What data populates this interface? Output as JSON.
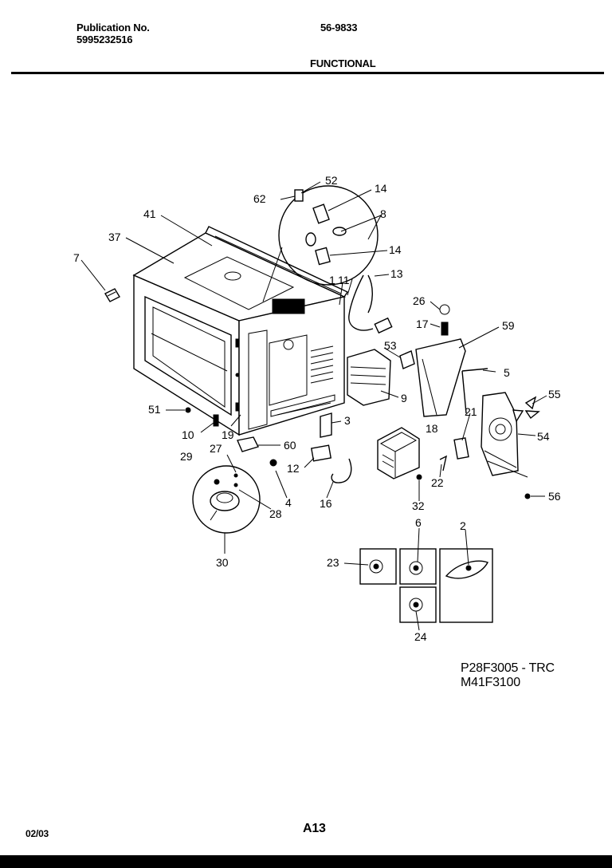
{
  "header": {
    "publication_label": "Publication No.",
    "publication_no": "5995232516",
    "doc_code": "56-9833",
    "section_title": "FUNCTIONAL"
  },
  "models": {
    "line1": "P28F3005 - TRC",
    "line2": "M41F3100"
  },
  "footer": {
    "date": "02/03",
    "page_code": "A13"
  },
  "callouts": [
    "52",
    "62",
    "14",
    "41",
    "8",
    "37",
    "14",
    "7",
    "13",
    "1",
    "11",
    "26",
    "17",
    "59",
    "53",
    "5",
    "55",
    "9",
    "51",
    "21",
    "3",
    "18",
    "54",
    "10",
    "19",
    "60",
    "27",
    "29",
    "12",
    "22",
    "4",
    "56",
    "28",
    "16",
    "32",
    "6",
    "2",
    "30",
    "23",
    "24"
  ]
}
